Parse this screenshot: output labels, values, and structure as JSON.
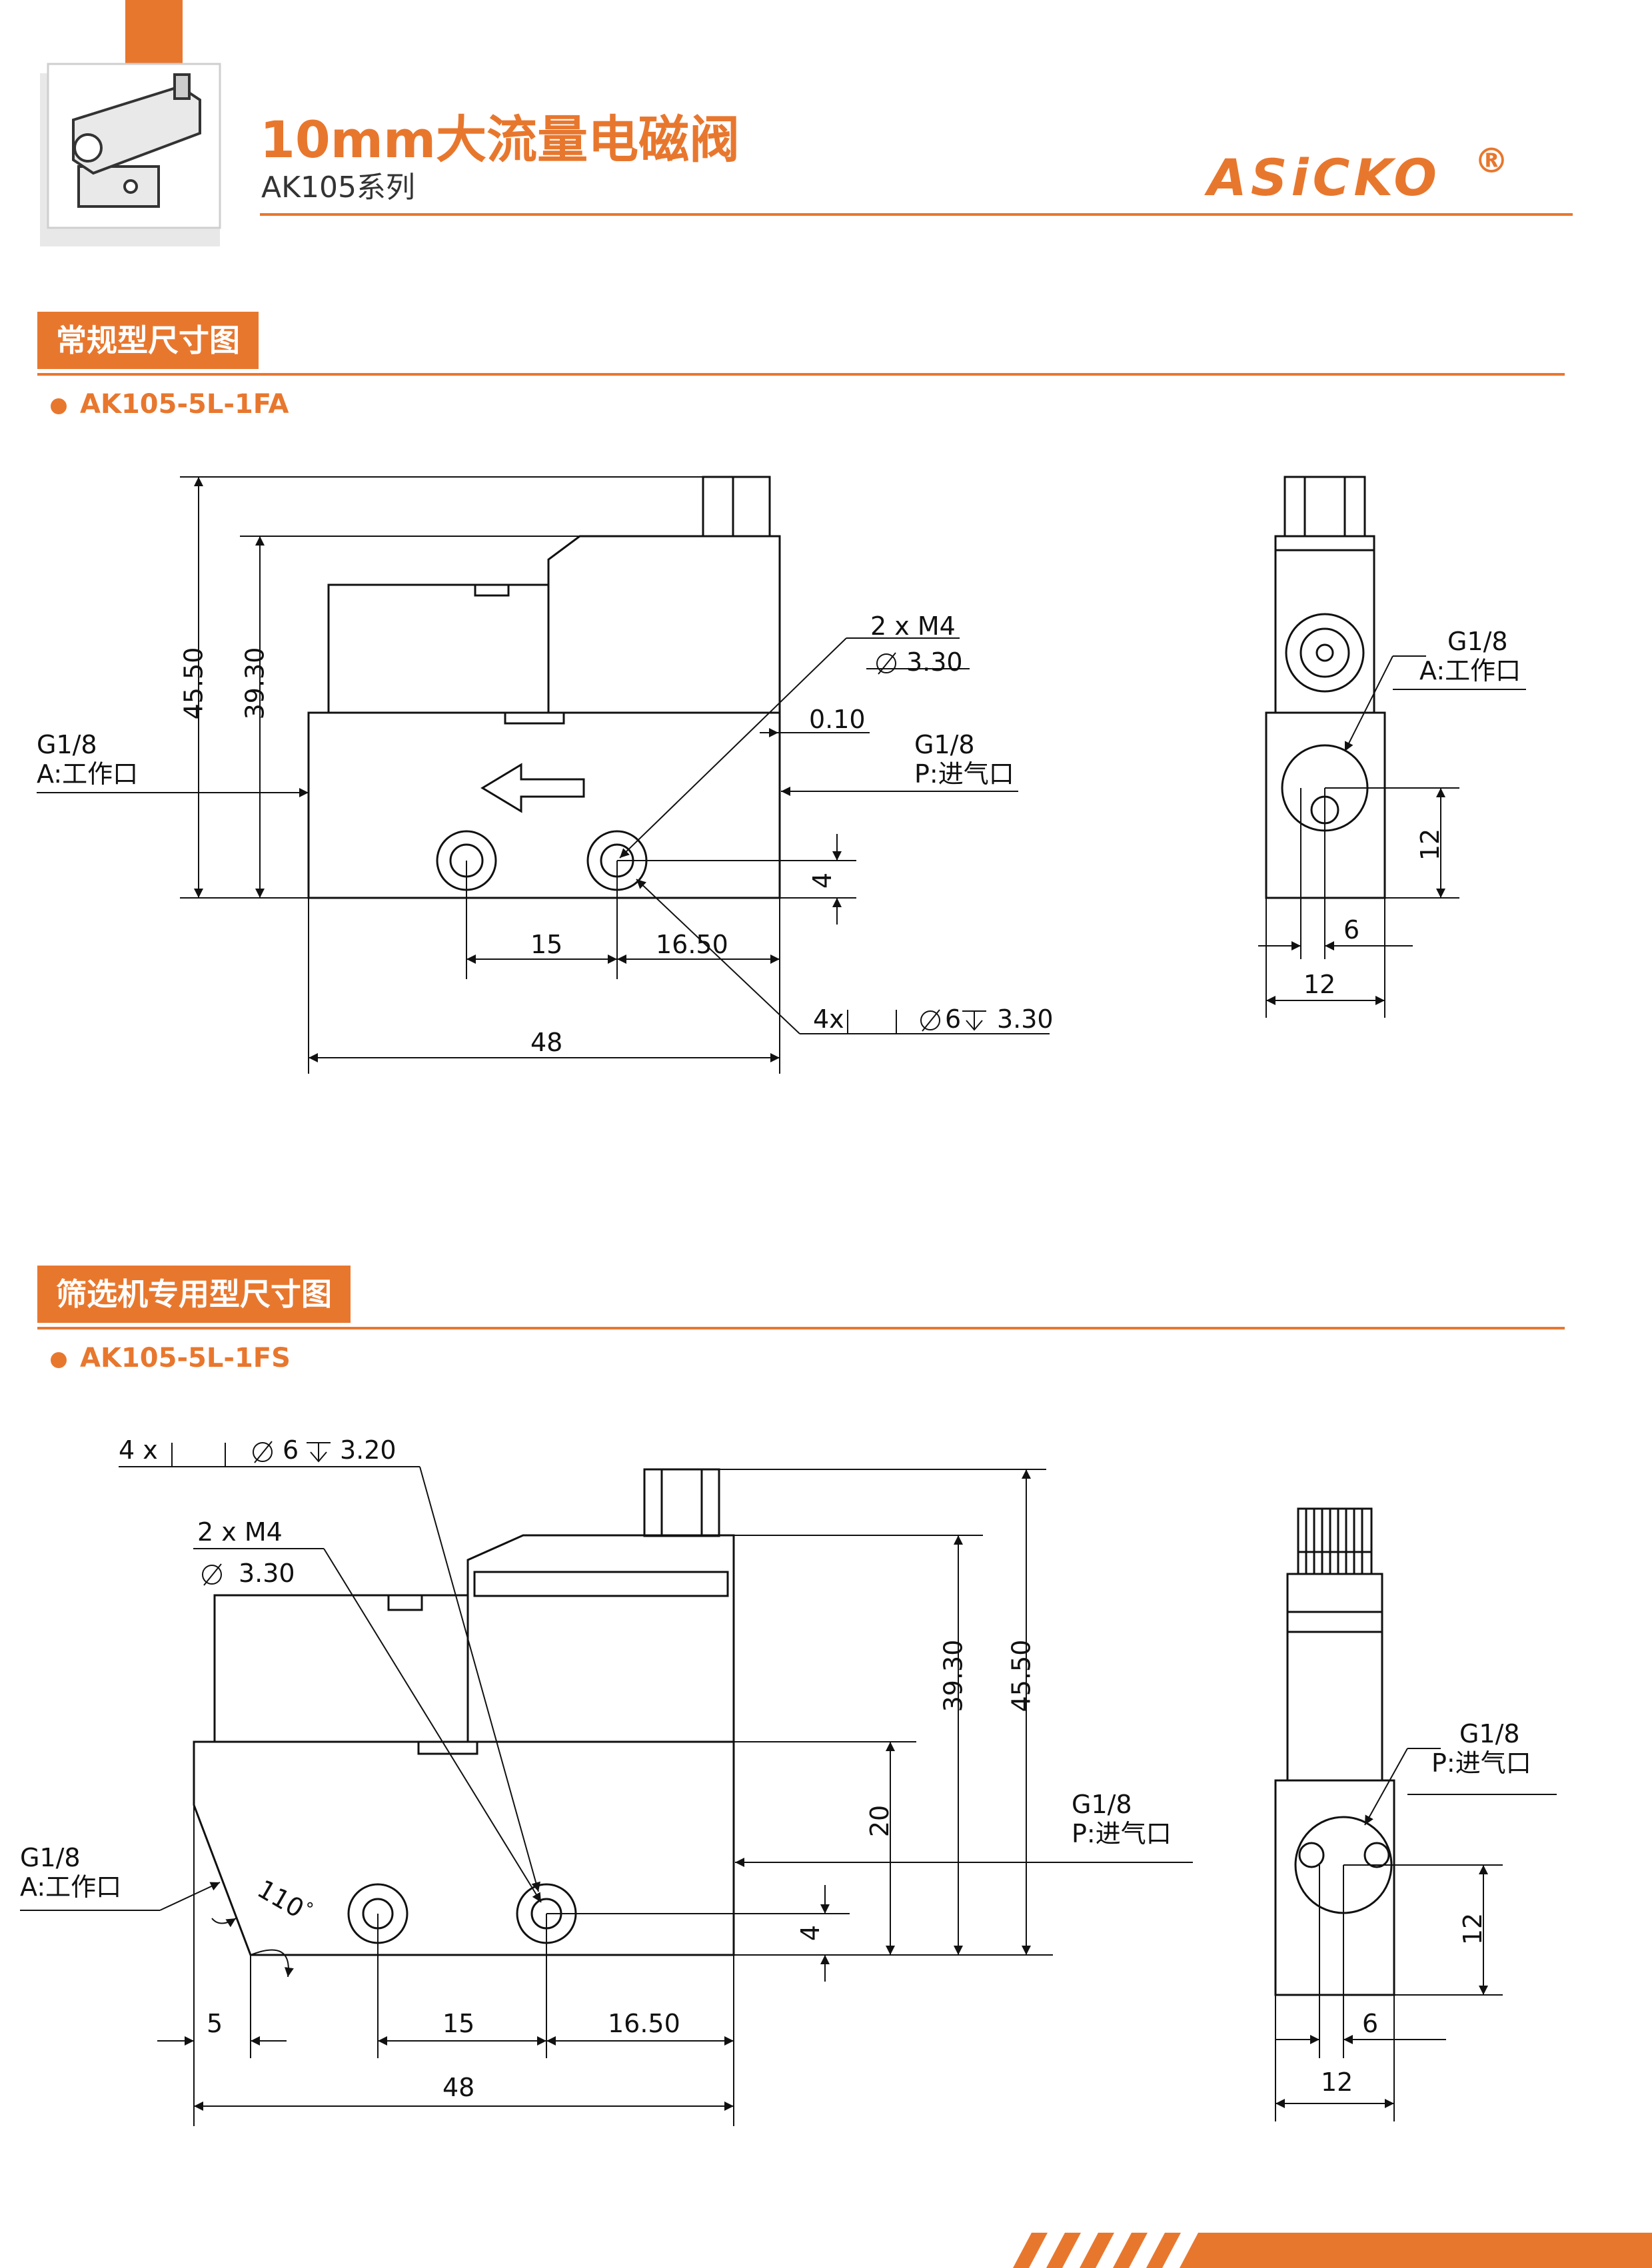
{
  "header": {
    "title": "10mm大流量电磁阀",
    "subtitle": "AK105系列",
    "logo_text": "ASiCKO",
    "logo_mark": "®"
  },
  "colors": {
    "accent": "#E8772E",
    "line": "#111111"
  },
  "section1": {
    "heading": "常规型尺寸图",
    "model": "AK105-5L-1FA",
    "front": {
      "dim_45_50": "45.50",
      "dim_39_30": "39.30",
      "thread_top": "2 x  M4",
      "thread_bottom": "3.30",
      "dim_0_10": "0.10",
      "left_port_line1": "G1/8",
      "left_port_line2": "A:工作口",
      "right_port_line1": "G1/8",
      "right_port_line2": "P:进气口",
      "dim_4": "4",
      "dim_15": "15",
      "dim_16_50": "16.50",
      "dim_48": "48",
      "hole_note_prefix": "4x",
      "hole_note_value": "6",
      "hole_note_depth": "3.30"
    },
    "side": {
      "port_line1": "G1/8",
      "port_line2": "A:工作口",
      "dim_12_v": "12",
      "dim_6": "6",
      "dim_12_h": "12"
    }
  },
  "section2": {
    "heading": "筛选机专用型尺寸图",
    "model": "AK105-5L-1FS",
    "front": {
      "hole_note_prefix": "4 x",
      "hole_note_value": "6",
      "hole_note_depth": "3.20",
      "thread_top": "2 x  M4",
      "thread_bottom": "3.30",
      "dim_39_30": "39.30",
      "dim_45_50": "45.50",
      "dim_20": "20",
      "right_port_line1": "G1/8",
      "right_port_line2": "P:进气口",
      "left_port_line1": "G1/8",
      "left_port_line2": "A:工作口",
      "angle": "110",
      "dim_4": "4",
      "dim_5": "5",
      "dim_15": "15",
      "dim_16_50": "16.50",
      "dim_48": "48"
    },
    "side": {
      "port_line1": "G1/8",
      "port_line2": "P:进气口",
      "dim_12_v": "12",
      "dim_6": "6",
      "dim_12_h": "12"
    }
  }
}
